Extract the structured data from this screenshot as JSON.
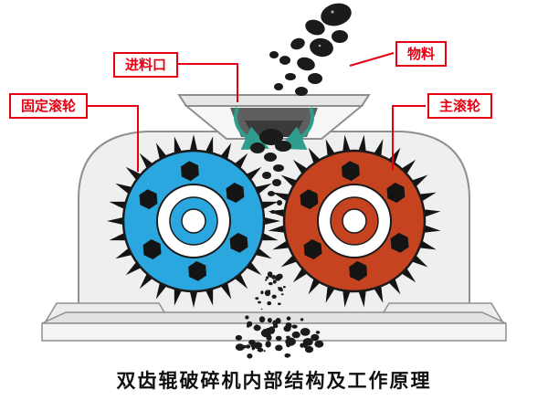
{
  "title": "双齿辊破碎机内部结构及工作原理",
  "callouts": {
    "feed_inlet": "进料口",
    "material": "物料",
    "fixed_roller": "固定滚轮",
    "main_roller": "主滚轮"
  },
  "colors": {
    "callout_red": "#e60012",
    "left_gear_blue": "#2ba7e0",
    "right_gear_red": "#c5431f",
    "teeth_black": "#141414",
    "coal_black": "#1b1b1b",
    "housing_gray": "#efefef",
    "housing_edge": "#8f8f8f",
    "hopper_inner_gray": "#5f5f5f",
    "arrow_teal": "#2f9d8e",
    "background": "#ffffff"
  }
}
